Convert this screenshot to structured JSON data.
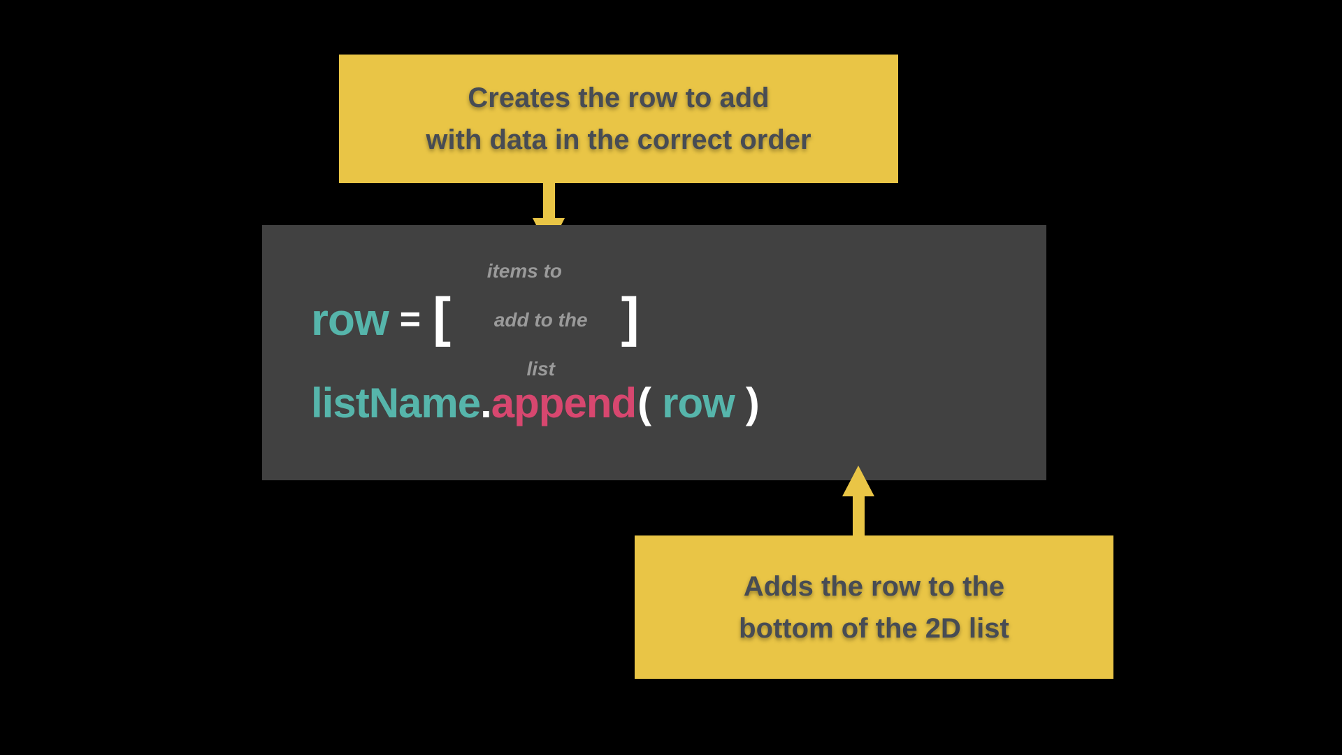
{
  "colors": {
    "yellow": "#e9c546",
    "panel": "#414141",
    "teal": "#56b5ab",
    "pink": "#d7476f",
    "white": "#ffffff",
    "note-gray": "#9a9a9a",
    "callout-text": "#474c54"
  },
  "callout_top": {
    "line1": "Creates the row to add",
    "line2": "with data in the correct order"
  },
  "callout_bottom": {
    "line1": "Adds the row to the",
    "line2": "bottom of the 2D list"
  },
  "code": {
    "line1": {
      "var": "row",
      "equals": "=",
      "bracket_open": "[",
      "note_lines": [
        "items to",
        "add to the",
        "list"
      ],
      "bracket_close": "]"
    },
    "line2": {
      "object": "listName",
      "dot": ".",
      "method": "append",
      "paren_open": "(",
      "arg": "row",
      "paren_close": ")"
    }
  }
}
